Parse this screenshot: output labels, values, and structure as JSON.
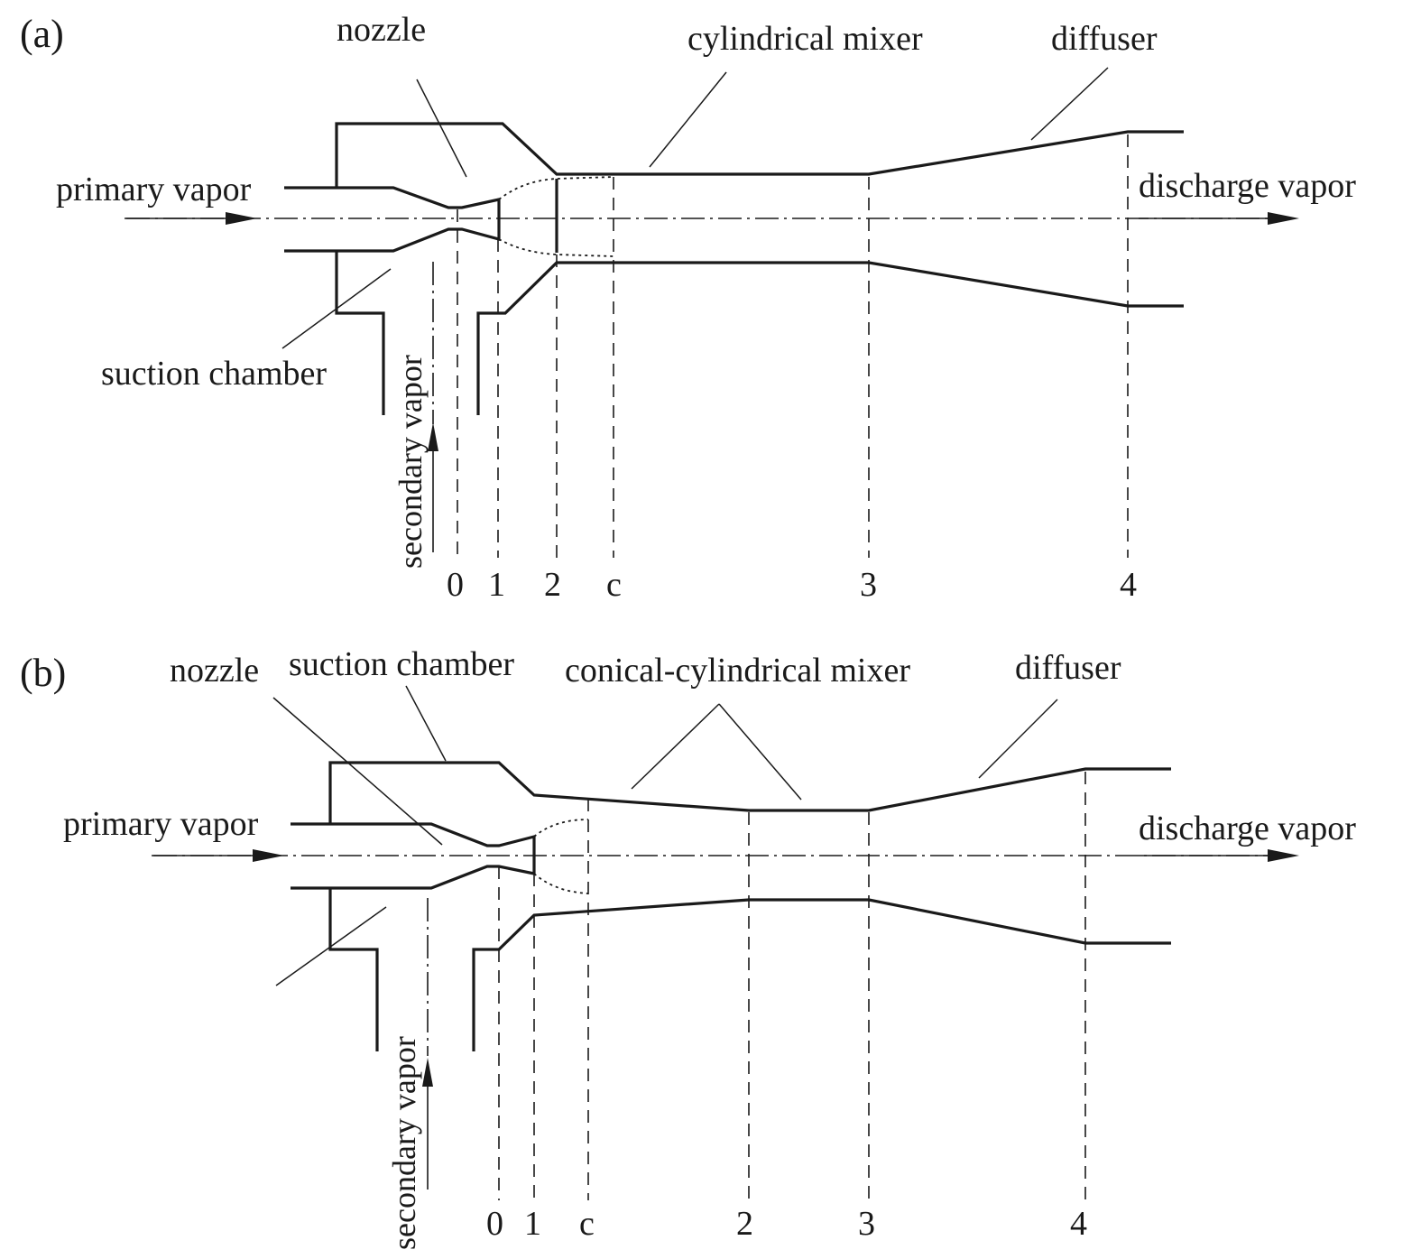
{
  "panel_a": {
    "tag": "(a)",
    "labels": {
      "nozzle": "nozzle",
      "mixer": "cylindrical mixer",
      "diffuser": "diffuser",
      "primary": "primary vapor",
      "discharge": "discharge vapor",
      "suction": "suction chamber",
      "secondary": "secondary vapor"
    },
    "sections": [
      "0",
      "1",
      "2",
      "c",
      "3",
      "4"
    ]
  },
  "panel_b": {
    "tag": "(b)",
    "labels": {
      "nozzle": "nozzle",
      "suction": "suction chamber",
      "mixer": "conical-cylindrical mixer",
      "diffuser": "diffuser",
      "primary": "primary vapor",
      "discharge": "discharge vapor",
      "secondary": "secondary vapor"
    },
    "sections": [
      "0",
      "1",
      "c",
      "2",
      "3",
      "4"
    ]
  }
}
